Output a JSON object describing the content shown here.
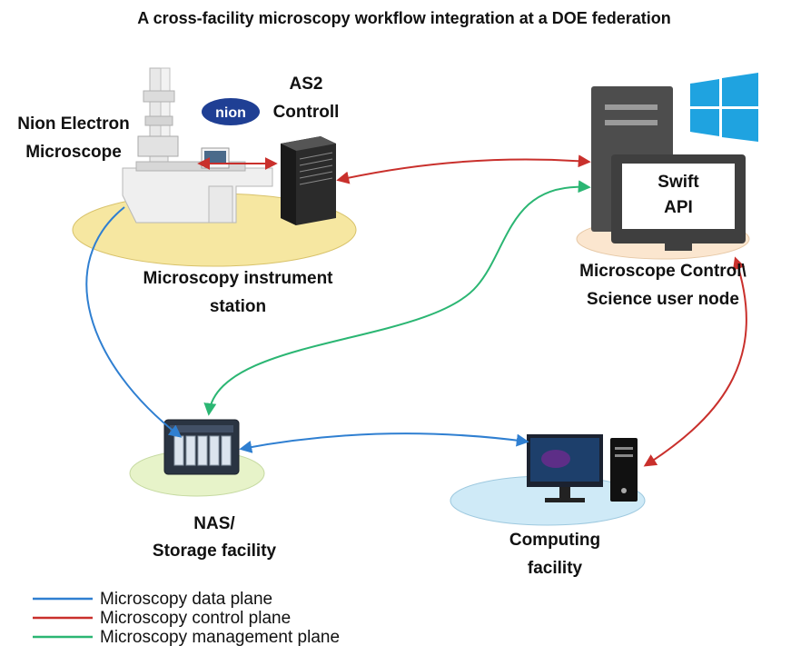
{
  "title": "A cross-facility microscopy workflow integration at a DOE federation",
  "nodes": {
    "instrument": {
      "label_lines": [
        "Microscopy instrument",
        "station"
      ],
      "microscope_lines": [
        "Nion Electron",
        "Microscope"
      ],
      "logo_text": "nion",
      "controller_lines": [
        "AS2",
        "Controll"
      ],
      "ellipse_color": "#f6e7a1"
    },
    "control_node": {
      "label_lines": [
        "Microscope Control\\",
        "Science user node"
      ],
      "screen_lines": [
        "Swift",
        "API"
      ],
      "os_icon": "windows-logo-icon",
      "ellipse_color": "#fbe6cf"
    },
    "nas": {
      "label_lines": [
        "NAS/",
        "Storage facility"
      ],
      "icon": "nas-storage-icon",
      "ellipse_color": "#e7f3c9"
    },
    "computing": {
      "label_lines": [
        "Computing",
        "facility"
      ],
      "icon": "workstation-icon",
      "ellipse_color": "#cfeaf7"
    }
  },
  "legend": [
    {
      "label": "Microscopy data plane",
      "color": "#2f7fd1"
    },
    {
      "label": "Microscopy control plane",
      "color": "#c9302c"
    },
    {
      "label": "Microscopy management plane",
      "color": "#2bb673"
    }
  ],
  "colors": {
    "data": "#2f7fd1",
    "control": "#c9302c",
    "management": "#2bb673"
  }
}
